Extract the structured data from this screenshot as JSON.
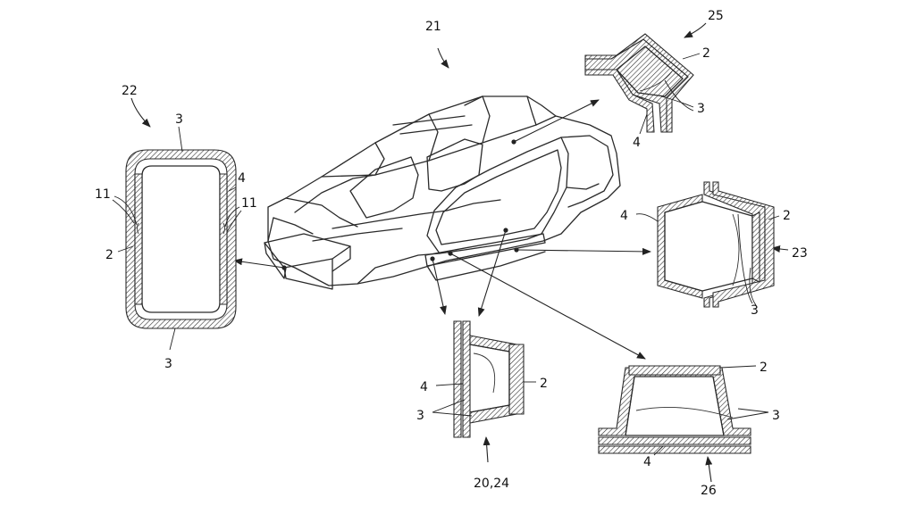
{
  "labels": {
    "car_ref": "21",
    "sec22": {
      "ref": "22",
      "top3": "3",
      "bottom3": "3",
      "left11": "11",
      "right11": "11",
      "two": "2",
      "four": "4"
    },
    "sec25": {
      "ref": "25",
      "two": "2",
      "three": "3",
      "four": "4"
    },
    "sec23": {
      "ref": "23",
      "two": "2",
      "three": "3",
      "four": "4"
    },
    "sec2024": {
      "ref": "20,24",
      "two": "2",
      "three": "3",
      "four": "4"
    },
    "sec26": {
      "ref": "26",
      "two": "2",
      "three": "3",
      "four": "4"
    }
  }
}
